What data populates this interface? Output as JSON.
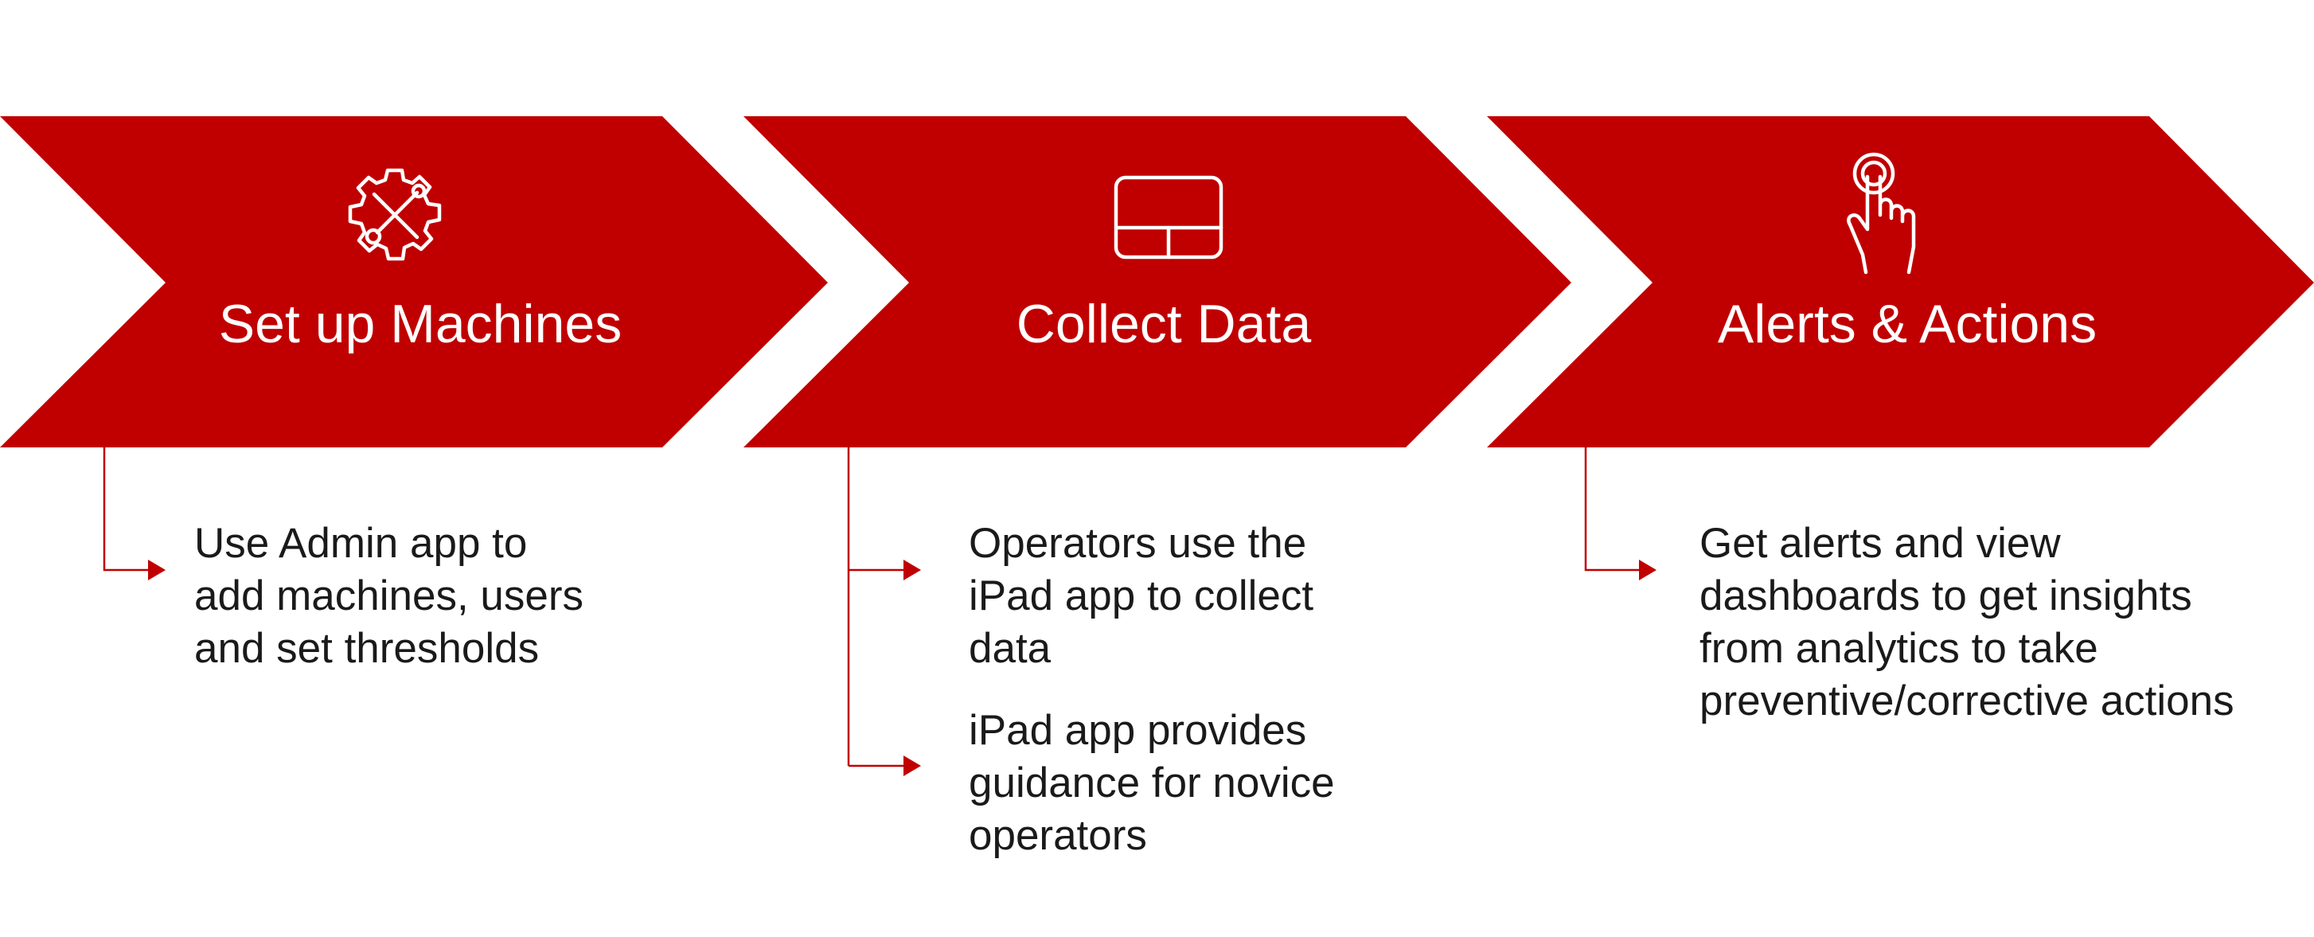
{
  "colors": {
    "accent": "#c00000",
    "title_text": "#ffffff",
    "body_text": "#1a1a1a"
  },
  "steps": [
    {
      "title": "Set up Machines",
      "icon": "gear-tools-icon",
      "bullets": [
        "Use Admin app to add machines, users and set thresholds"
      ]
    },
    {
      "title": "Collect Data",
      "icon": "tablet-trackpad-icon",
      "bullets": [
        "Operators use the iPad app to collect data",
        "iPad app provides guidance for novice operators"
      ]
    },
    {
      "title": "Alerts & Actions",
      "icon": "tap-hand-icon",
      "bullets": [
        "Get alerts and view dashboards to get insights from analytics to take preventive/corrective actions"
      ]
    }
  ]
}
